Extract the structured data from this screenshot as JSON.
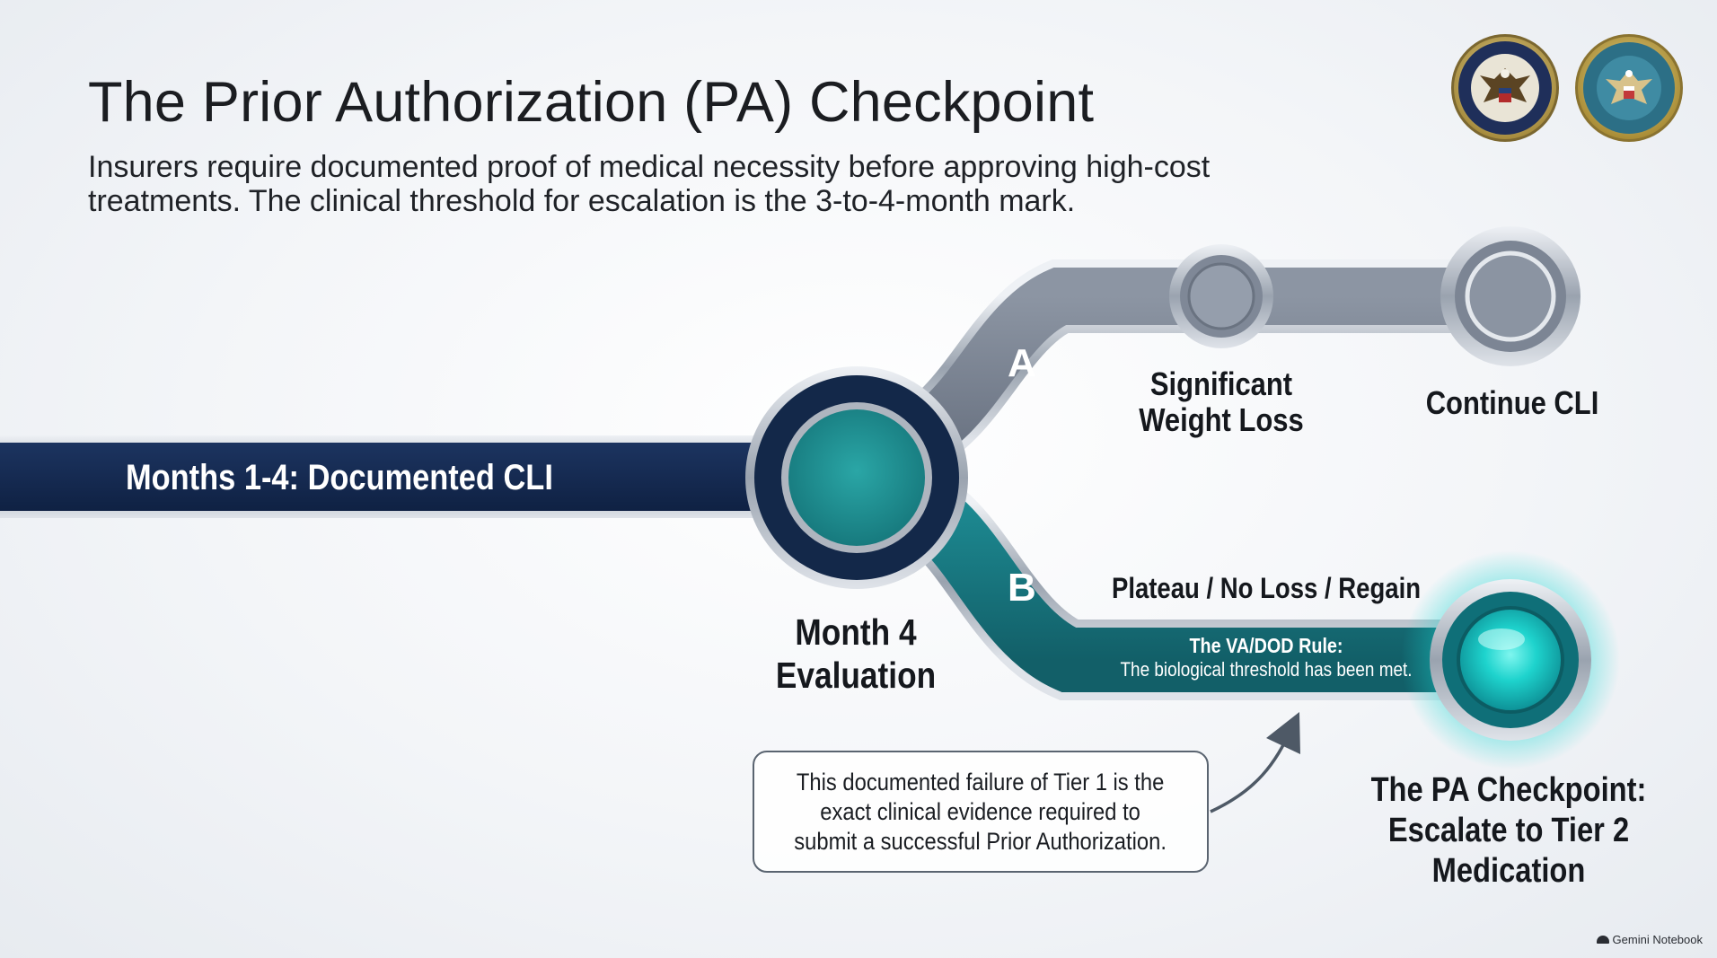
{
  "header": {
    "title": "The Prior Authorization (PA) Checkpoint",
    "subtitle_line1": "Insurers require documented proof of medical necessity before approving high-cost",
    "subtitle_line2": "treatments. The clinical threshold for escalation is the 3-to-4-month mark."
  },
  "seals": [
    {
      "name": "va-seal-icon"
    },
    {
      "name": "dod-seal-icon"
    }
  ],
  "flow": {
    "start_label": "Months 1-4: Documented CLI",
    "decision_line1": "Month 4",
    "decision_line2": "Evaluation",
    "branch_a": {
      "letter": "A",
      "node_line1": "Significant",
      "node_line2": "Weight Loss",
      "end_label": "Continue CLI"
    },
    "branch_b": {
      "letter": "B",
      "label": "Plateau / No Loss / Regain",
      "rule_title": "The VA/DOD Rule:",
      "rule_body": "The biological threshold has been met.",
      "end_line1": "The PA Checkpoint:",
      "end_line2": "Escalate to Tier 2",
      "end_line3": "Medication"
    }
  },
  "callout": {
    "line1": "This documented failure of Tier 1 is the",
    "line2": "exact clinical evidence required to",
    "line3": "submit a successful Prior Authorization."
  },
  "footer": {
    "brand": "Gemini Notebook"
  },
  "colors": {
    "navy": "#14284c",
    "slate": "#7c8594",
    "teal": "#177a82",
    "teal_glow": "#19d6d2",
    "silver": "#c9ced6"
  }
}
